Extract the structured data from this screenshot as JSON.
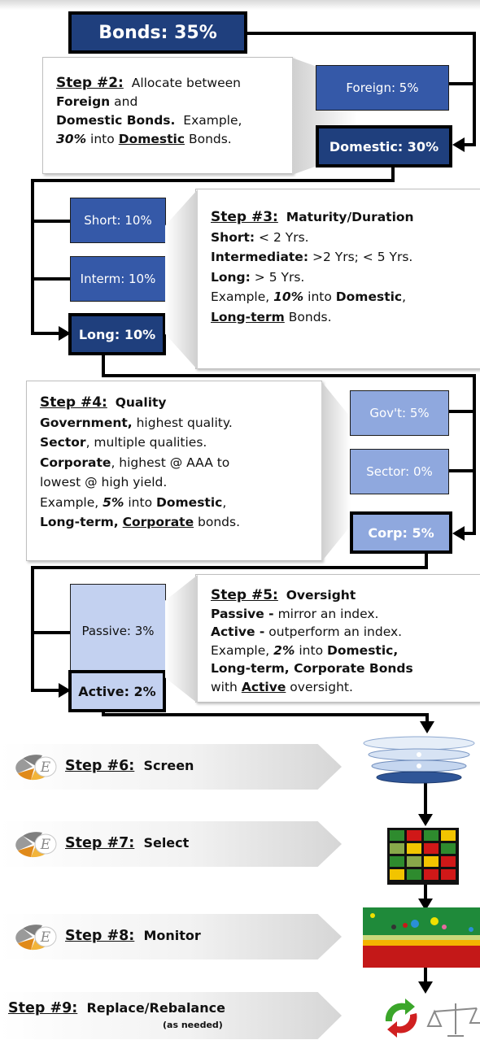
{
  "bonds_box": "Bonds: 35%",
  "level1": {
    "foreign": "Foreign: 5%",
    "domestic": "Domestic: 30%",
    "step2": {
      "title": "Step #2:",
      "t1": "Allocate between",
      "foreign_word": "Foreign",
      "and_word": "and",
      "domestic_bonds": "Domestic Bonds.",
      "example": "Example,",
      "pct": "30%",
      "into": "into",
      "domestic_link": "Domestic",
      "bonds_word": "Bonds."
    }
  },
  "level2": {
    "short": "Short: 10%",
    "interm": "Interm: 10%",
    "long": "Long: 10%",
    "step3": {
      "title": "Step #3:",
      "subtitle": "Maturity/Duration",
      "short_label": "Short:",
      "short_val": "< 2 Yrs.",
      "inter_label": "Intermediate:",
      "inter_val": ">2 Yrs; < 5 Yrs.",
      "long_label": "Long:",
      "long_val": "> 5 Yrs.",
      "example": "Example,",
      "pct": "10%",
      "into": "into",
      "domestic": "Domestic",
      "long_term": "Long-term",
      "bonds": "Bonds."
    }
  },
  "level3": {
    "govt": "Gov't: 5%",
    "sector": "Sector: 0%",
    "corp": "Corp: 5%",
    "step4": {
      "title": "Step #4:",
      "subtitle": "Quality",
      "gov_label": "Government,",
      "gov_text": "highest quality.",
      "sector_label": "Sector",
      "sector_text": ", multiple qualities.",
      "corp_label": "Corporate",
      "corp_text": ", highest @ AAA to",
      "corp_text2": "lowest @ high yield.",
      "example": "Example,",
      "pct": "5%",
      "into": "into",
      "domestic": "Domestic",
      "long_term": "Long-term,",
      "corporate": "Corporate",
      "bonds": "bonds."
    }
  },
  "level4": {
    "passive": "Passive: 3%",
    "active": "Active: 2%",
    "step5": {
      "title": "Step #5:",
      "subtitle": "Oversight",
      "passive_label": "Passive -",
      "passive_text": "mirror an index.",
      "active_label": "Active -",
      "active_text": "outperform an index.",
      "example": "Example,",
      "pct": "2%",
      "into": "into",
      "bold1": "Domestic,",
      "bold2": "Long-term, Corporate Bonds",
      "with": "with",
      "active_link": "Active",
      "oversight": "oversight."
    }
  },
  "steps": {
    "s6": {
      "num": "Step #6:",
      "label": "Screen"
    },
    "s7": {
      "num": "Step #7:",
      "label": "Select"
    },
    "s8": {
      "num": "Step #8:",
      "label": "Monitor"
    },
    "s9": {
      "num": "Step #9:",
      "label": "Replace/Rebalance",
      "note": "(as needed)"
    }
  },
  "logo_letter": "E",
  "colors": {
    "dark_navy": "#1f3f7d",
    "mid_blue": "#3559a8",
    "light_blue": "#8fa8de",
    "pale_blue": "#c3d1f0"
  }
}
